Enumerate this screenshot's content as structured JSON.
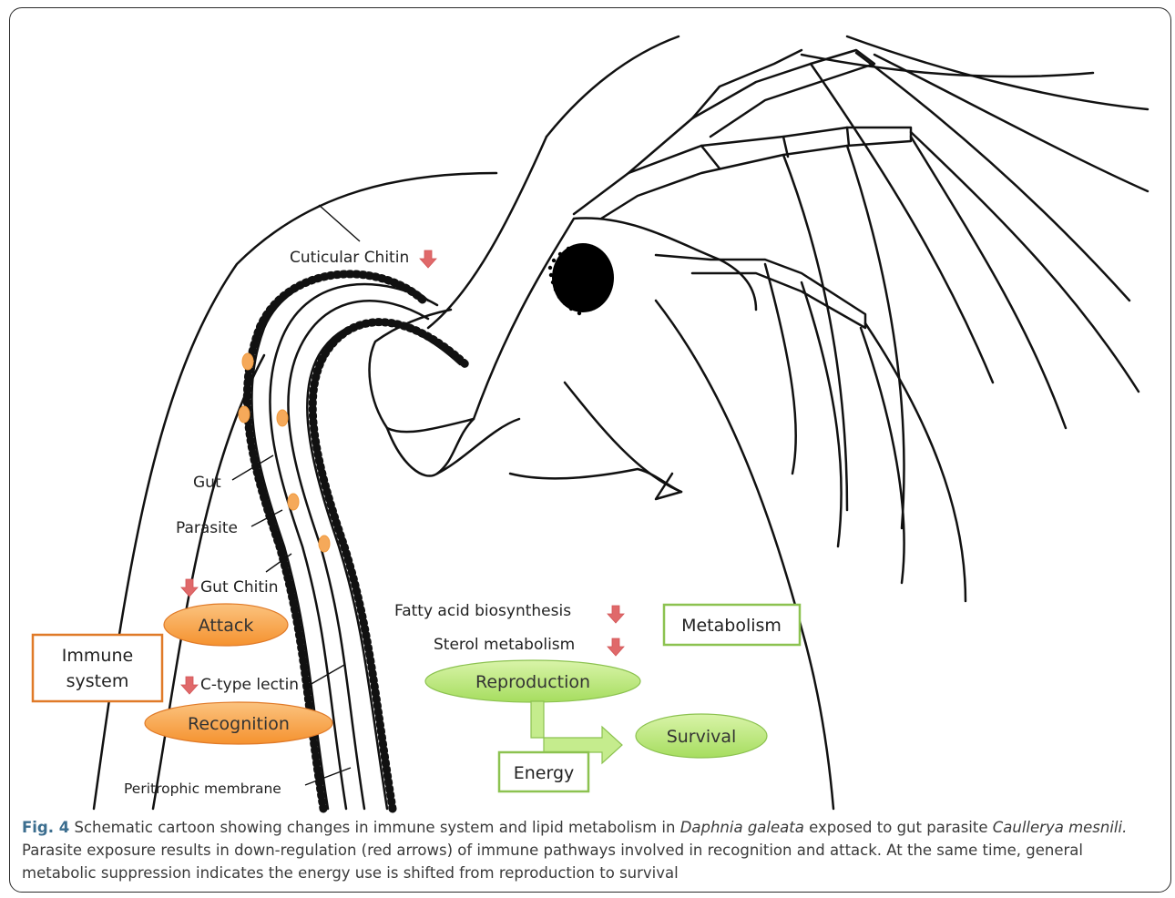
{
  "diagram": {
    "labels": {
      "cuticular_chitin": "Cuticular Chitin",
      "gut": "Gut",
      "parasite": "Parasite",
      "gut_chitin": "Gut Chitin",
      "c_type_lectin": "C-type lectin",
      "peritrophic_membrane": "Peritrophic membrane",
      "fatty_acid": "Fatty acid biosynthesis",
      "sterol": "Sterol metabolism"
    },
    "boxes": {
      "immune_line1": "Immune",
      "immune_line2": "system",
      "metabolism": "Metabolism",
      "energy": "Energy"
    },
    "ellipses": {
      "attack": "Attack",
      "recognition": "Recognition",
      "reproduction": "Reproduction",
      "survival": "Survival"
    },
    "colors": {
      "orange_fill": "#f7a04d",
      "orange_border": "#e07a28",
      "green_fill": "#b9e57c",
      "green_border": "#8cc250",
      "down_arrow": "#e0696a",
      "outline": "#111111",
      "caption_label": "#3c6e8f"
    }
  },
  "caption": {
    "label": "Fig. 4",
    "text1": " Schematic cartoon showing changes in immune system and lipid metabolism in ",
    "species": "Daphnia galeata",
    "text2": " exposed to gut parasite ",
    "parasite_species": "Caullerya mesnili.",
    "text3": " Parasite exposure results in down-regulation (red arrows) of immune pathways involved in recognition and attack. At the same time, general metabolic suppression indicates the energy use is shifted from reproduction to survival"
  }
}
